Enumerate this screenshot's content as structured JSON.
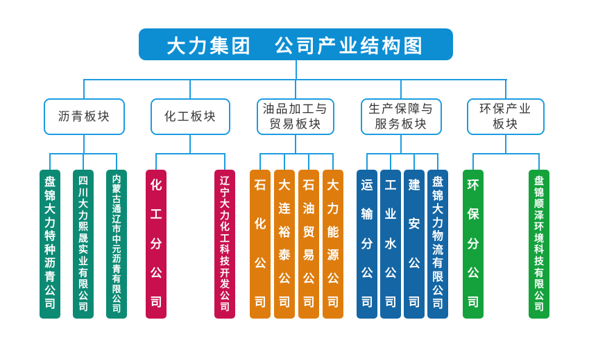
{
  "title": "大力集团　公司产业结构图",
  "colors": {
    "title_bg": "#0d8ed3",
    "line": "#1c9ce0",
    "teal": "#0d8a74",
    "crimson": "#c8104f",
    "orange": "#de7d0e",
    "blue": "#1566a4",
    "green": "#15a23c"
  },
  "sections": [
    {
      "label_lines": [
        "沥青板块"
      ],
      "companies": [
        "盘锦大力特种沥青公司",
        "四川大力熙晟实业有限公司",
        "内蒙古通辽市中元沥青有限公司"
      ]
    },
    {
      "label_lines": [
        "化工板块"
      ],
      "companies": [
        "化工分公司",
        "辽宁大力化工科技开发公司"
      ]
    },
    {
      "label_lines": [
        "油品加工与",
        "贸易板块"
      ],
      "companies": [
        "石化公司",
        "大连裕泰公司",
        "石油贸易公司",
        "大力能源公司"
      ]
    },
    {
      "label_lines": [
        "生产保障与",
        "服务板块"
      ],
      "companies": [
        "运输分公司",
        "工业水公司",
        "建安公司",
        "盘锦大力物流有限公司"
      ]
    },
    {
      "label_lines": [
        "环保产业",
        "板块"
      ],
      "companies": [
        "环保分公司",
        "盘锦顺泽环境科技有限公司"
      ]
    }
  ]
}
